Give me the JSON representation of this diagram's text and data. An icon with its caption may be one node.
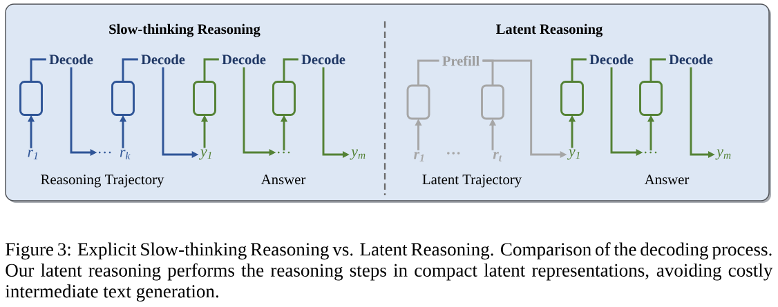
{
  "diagram": {
    "caption": "Figure 3: Explicit Slow-thinking Reasoning vs. Latent Reasoning. Comparison of the decoding process. Our latent reasoning performs the reasoning steps in compact latent representations, avoiding costly intermediate text generation.",
    "nodes": [
      {
        "text": [],
        "shape": "box"
      },
      {
        "text": [],
        "shape": "box",
        "in": 0
      },
      {
        "text": [
          "Decode"
        ],
        "in": 0
      },
      {
        "text": [
          "r$_{1}$"
        ],
        "in": 0
      },
      {
        "text": [
          "…"
        ],
        "in": 0
      },
      {
        "text": [],
        "shape": "box",
        "in": 0
      },
      {
        "text": [
          "Decode"
        ],
        "in": 0
      },
      {
        "text": [
          "r$_{k}$"
        ],
        "in": 0
      },
      {
        "text": [],
        "shape": "box",
        "in": 0
      },
      {
        "text": [
          "Decode"
        ],
        "in": 0
      },
      {
        "text": [
          "y$_{1}$"
        ],
        "in": 0
      },
      {
        "text": [],
        "shape": "box",
        "in": 0
      },
      {
        "text": [
          "Decode"
        ],
        "in": 0
      },
      {
        "text": [
          "…"
        ],
        "in": 0
      },
      {
        "text": [
          "y$_{m}$"
        ],
        "in": 0
      },
      {
        "text": [],
        "shape": "box",
        "in": 0
      },
      {
        "text": [
          "r$_{1}$"
        ],
        "in": 0
      },
      {
        "text": [],
        "shape": "box",
        "in": 0
      },
      {
        "text": [
          "r$_{t}$"
        ],
        "in": 0
      },
      {
        "text": [
          "Prefill"
        ],
        "in": 0
      },
      {
        "text": [],
        "shape": "box",
        "in": 0
      },
      {
        "text": [
          "Decode"
        ],
        "in": 0
      },
      {
        "text": [
          "y$_{1}$"
        ],
        "in": 0
      },
      {
        "text": [],
        "shape": "box",
        "in": 0
      },
      {
        "text": [
          "Decode"
        ],
        "in": 0
      },
      {
        "text": [
          "…"
        ],
        "in": 0
      },
      {
        "text": [
          "y$_{m}$"
        ],
        "in": 0
      }
    ],
    "edges": [
      {
        "from": 3,
        "to": 1,
        "arrow": "to",
        "color": "#2f5597"
      },
      {
        "from": 1,
        "to": 2,
        "arrow": "none",
        "color": "#2f5597"
      },
      {
        "from": 2,
        "to": 4,
        "arrow": "to",
        "color": "#2f5597"
      },
      {
        "from": 7,
        "to": 5,
        "arrow": "to",
        "color": "#2f5597"
      },
      {
        "from": 5,
        "to": 6,
        "arrow": "none",
        "color": "#2f5597"
      },
      {
        "from": 6,
        "to": 10,
        "arrow": "to",
        "color": "#2f5597"
      },
      {
        "from": 10,
        "to": 8,
        "arrow": "to"
      },
      {
        "from": 8,
        "to": 9,
        "arrow": "none"
      },
      {
        "from": 9,
        "to": 13,
        "arrow": "to"
      },
      {
        "from": 13,
        "to": 11,
        "arrow": "to"
      },
      {
        "from": 11,
        "to": 12,
        "arrow": "none"
      },
      {
        "from": 12,
        "to": 14,
        "arrow": "to"
      },
      {
        "from": 16,
        "to": 15,
        "arrow": "to",
        "color": "#a6a6a6"
      },
      {
        "from": 15,
        "to": 19,
        "arrow": "none",
        "color": "#a6a6a6"
      },
      {
        "from": 18,
        "to": 17,
        "arrow": "to",
        "color": "#a6a6a6"
      },
      {
        "from": 17,
        "to": 19,
        "arrow": "none",
        "color": "#a6a6a6"
      },
      {
        "from": 19,
        "to": 22,
        "arrow": "to",
        "color": "#a6a6a6"
      },
      {
        "from": 22,
        "to": 20,
        "arrow": "to"
      },
      {
        "from": 20,
        "to": 21,
        "arrow": "none"
      },
      {
        "from": 21,
        "to": 25,
        "arrow": "to"
      },
      {
        "from": 25,
        "to": 23,
        "arrow": "to"
      },
      {
        "from": 23,
        "to": 24,
        "arrow": "none"
      },
      {
        "from": 24,
        "to": 26,
        "arrow": "to"
      }
    ],
    "labels": [
      "Slow-thinking Reasoning",
      "Latent Reasoning",
      "…",
      "Reasoning Trajectory",
      "Answer",
      "Latent Trajectory",
      "Answer"
    ]
  }
}
